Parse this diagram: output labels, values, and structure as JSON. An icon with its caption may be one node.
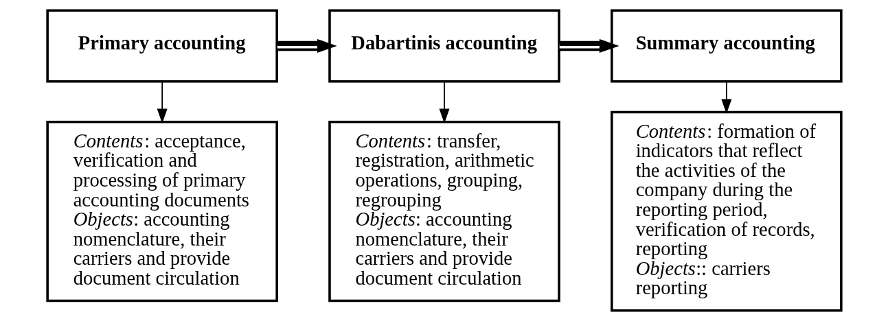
{
  "diagram": {
    "nodes": [
      {
        "text": [
          "Primary accounting"
        ]
      },
      {
        "text": [
          "*Contents*: acceptance, verification and processing of primary accounting documents",
          "*Objects*: accounting nomenclature, their carriers and provide document circulation"
        ]
      },
      {
        "text": [
          "Dabartinis accounting"
        ]
      },
      {
        "text": [
          "*Contents*: transfer, registration, arithmetic operations, grouping, regrouping",
          "*Objects*: accounting nomenclature, their carriers and provide document circulation"
        ]
      },
      {
        "text": [
          "Summary accounting"
        ]
      },
      {
        "text": [
          "*Contents*: formation of indicators that reflect the activities of the company during the reporting period, verification of records, reporting",
          "*Objects*:: carriers reporting"
        ]
      }
    ],
    "edges": [
      {
        "from": 0,
        "to": 2,
        "arrow": "to",
        "style": "thick"
      },
      {
        "from": 2,
        "to": 4,
        "arrow": "to",
        "style": "thick"
      },
      {
        "from": 0,
        "to": 1,
        "arrow": "to"
      },
      {
        "from": 2,
        "to": 3,
        "arrow": "to"
      },
      {
        "from": 4,
        "to": 5,
        "arrow": "to"
      }
    ]
  }
}
